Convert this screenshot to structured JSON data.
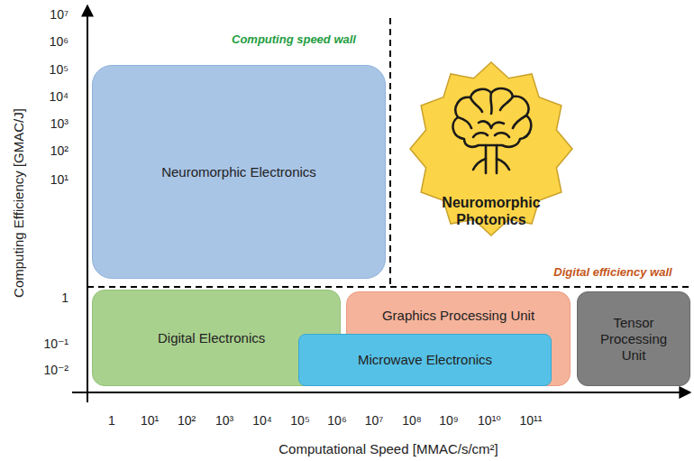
{
  "diagram": {
    "nodes": [
      {
        "text": [
          "Neuromorphic Electronics"
        ]
      },
      {
        "text": [
          "Digital Electronics"
        ]
      },
      {
        "text": [
          "Graphics Processing Unit"
        ]
      },
      {
        "text": [
          "Microwave Electronics"
        ]
      },
      {
        "text": [
          "Tensor Processing Unit"
        ]
      },
      {
        "text": [
          "Neuromorphic Photonics"
        ]
      }
    ],
    "labels": [
      "10⁷",
      "10⁶",
      "10⁵",
      "10⁴",
      "10³",
      "10²",
      "10¹",
      "1",
      "10⁻¹",
      "10⁻²",
      "1",
      "10¹",
      "10²",
      "10³",
      "10⁴",
      "10⁵",
      "10⁶",
      "10⁷",
      "10⁸",
      "10⁹",
      "10¹⁰",
      "10¹¹",
      "Computing Efficiency [GMAC/J]",
      "Computational Speed [MMAC/s/cm²]",
      "Computing speed wall",
      "Digital efficiency wall"
    ]
  }
}
